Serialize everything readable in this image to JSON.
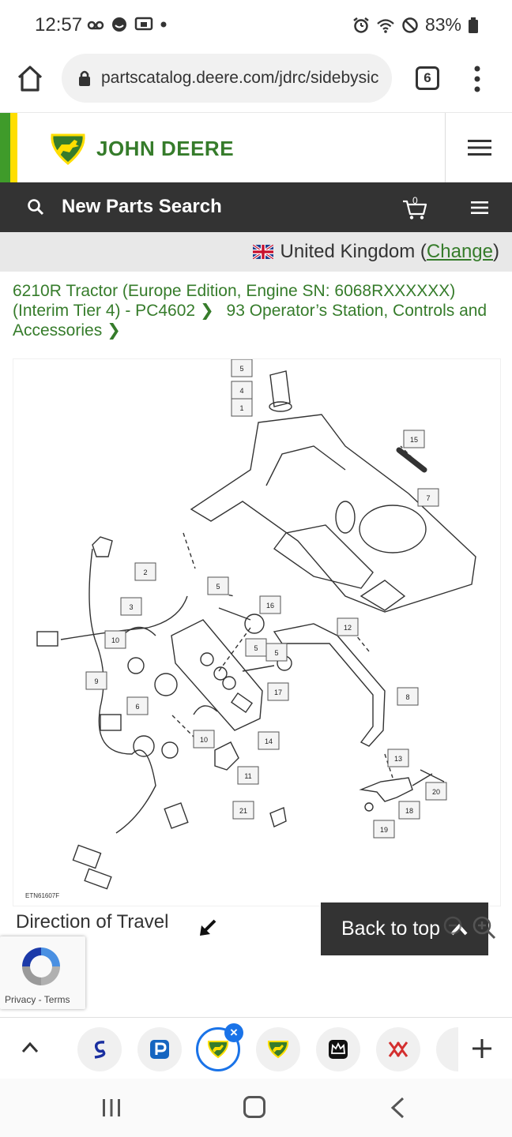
{
  "status_bar": {
    "time": "12:57",
    "battery": "83%",
    "icons": [
      "voicemail-icon",
      "face-icon",
      "cast-icon",
      "dot-icon",
      "alarm-icon",
      "wifi-icon",
      "do-not-disturb-icon",
      "battery-icon"
    ]
  },
  "browser": {
    "url": "partscatalog.deere.com/jdrc/sidebysic",
    "tab_count": "6"
  },
  "site_header": {
    "brand": "JOHN DEERE"
  },
  "search_bar": {
    "title": "New Parts Search",
    "cart_count": "0"
  },
  "country": {
    "name": "United Kingdom (",
    "change_label": "Change",
    "close_paren": ")"
  },
  "breadcrumb": {
    "item1": "6210R Tractor (Europe Edition, Engine SN: 6068RXXXXXX) (Interim Tier 4) - PC4602",
    "item2": "93 Operator’s Station, Controls and Accessories"
  },
  "diagram": {
    "code": "ETN61607F",
    "callouts": [
      "5",
      "4",
      "1",
      "15",
      "7",
      "2",
      "5",
      "3",
      "16",
      "10",
      "5",
      "5",
      "12",
      "9",
      "17",
      "8",
      "6",
      "10",
      "14",
      "13",
      "11",
      "20",
      "21",
      "18",
      "19"
    ]
  },
  "caption": {
    "text": "Direction of Travel"
  },
  "back_to_top": {
    "label": "Back to top"
  },
  "recaptcha": {
    "privacy": "Privacy",
    "separator": " - ",
    "terms": "Terms"
  },
  "colors": {
    "jd_green": "#367c2b",
    "jd_yellow": "#ffde00",
    "dark_bar": "#333333",
    "accent_blue": "#1a73e8"
  }
}
